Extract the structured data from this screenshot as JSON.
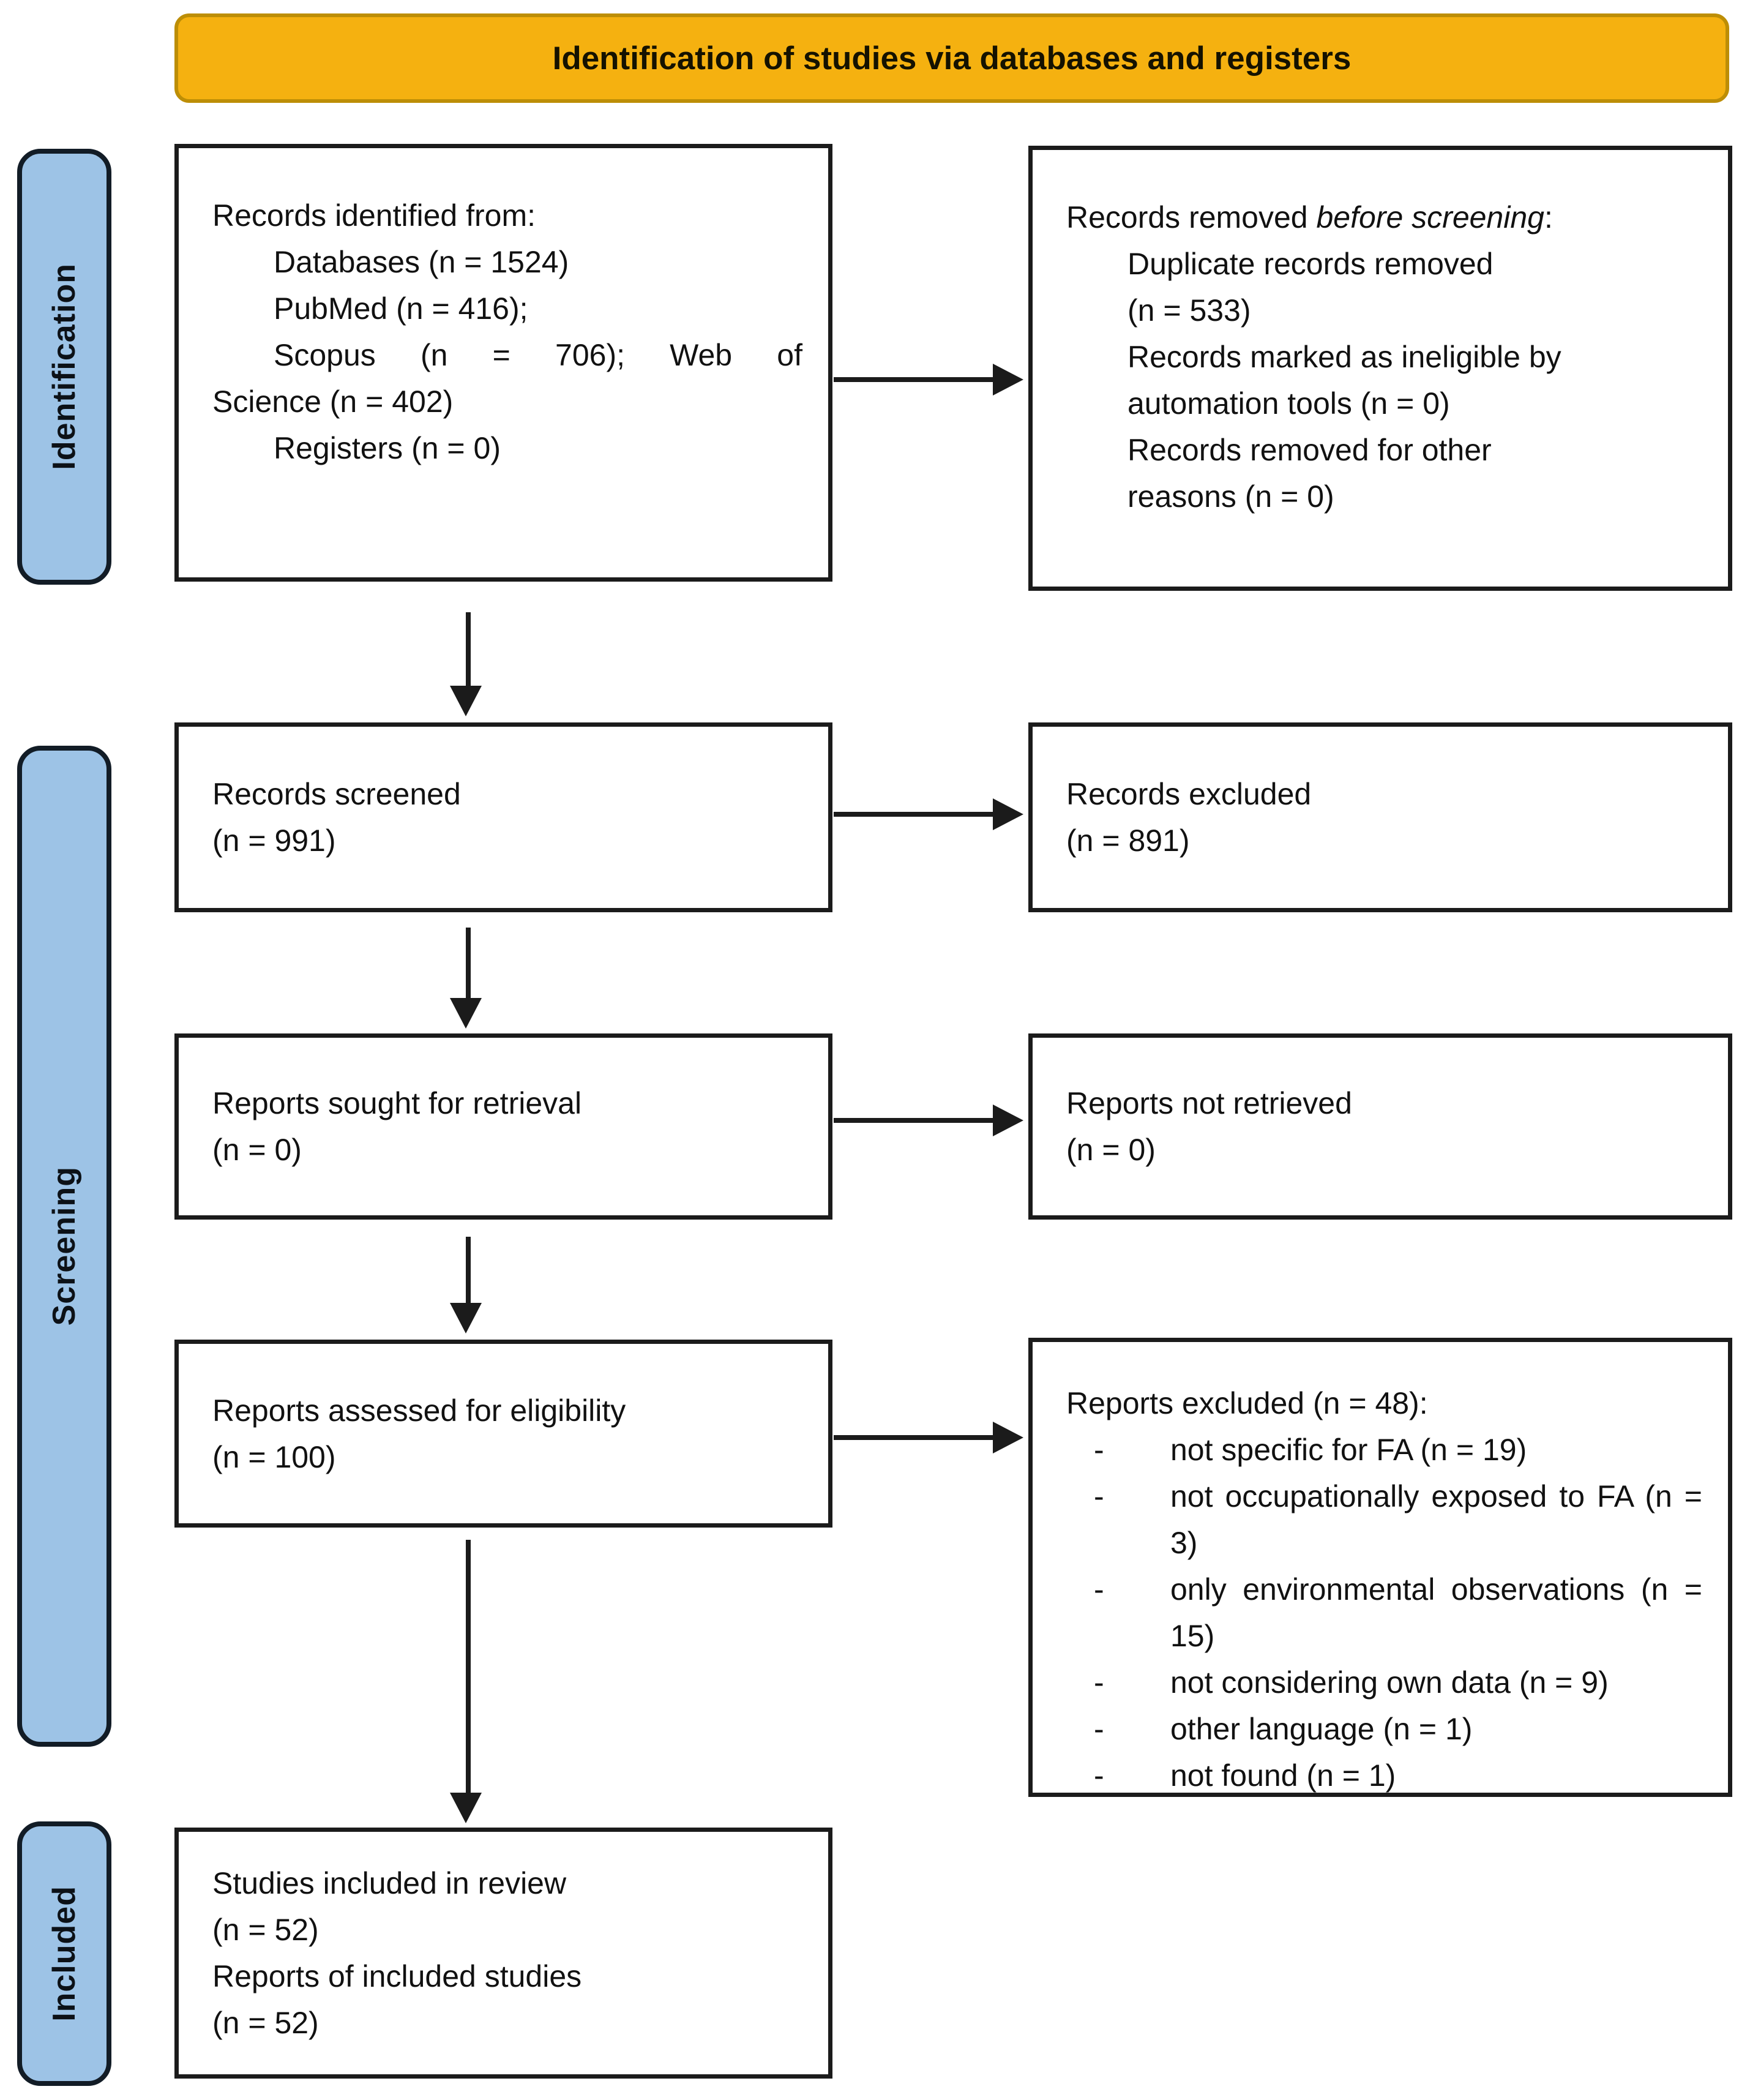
{
  "banner": {
    "title": "Identification of studies via databases and registers"
  },
  "stages": {
    "identification": "Identification",
    "screening": "Screening",
    "included": "Included"
  },
  "boxes": {
    "records_identified": {
      "line1": "Records identified from:",
      "line2": "Databases (n = 1524)",
      "line3": "PubMed (n = 416);",
      "line4": "Scopus (n = 706); Web of",
      "line5": "Science (n = 402)",
      "line6": "Registers (n = 0)"
    },
    "records_removed": {
      "title_prefix": "Records removed ",
      "title_italic": "before screening",
      "title_suffix": ":",
      "line1": "Duplicate records removed",
      "line2": "(n = 533)",
      "line3": "Records marked as ineligible by",
      "line4": "automation tools (n = 0)",
      "line5": "Records removed for other",
      "line6": "reasons (n = 0)"
    },
    "records_screened": {
      "line1": "Records screened",
      "line2": "(n = 991)"
    },
    "records_excluded": {
      "line1": "Records excluded",
      "line2": "(n = 891)"
    },
    "reports_sought": {
      "line1": "Reports sought for retrieval",
      "line2": "(n = 0)"
    },
    "reports_not_retrieved": {
      "line1": "Reports not retrieved",
      "line2": "(n = 0)"
    },
    "reports_assessed": {
      "line1": "Reports assessed for eligibility",
      "line2": "(n = 100)"
    },
    "reports_excluded": {
      "title": "Reports excluded (n = 48):",
      "marker": "-",
      "items": [
        "not specific for FA (n = 19)",
        "not occupationally exposed to FA (n = 3)",
        "only environmental observations (n = 15)",
        "not considering own data (n = 9)",
        "other language (n = 1)",
        "not found (n = 1)"
      ]
    },
    "studies_included": {
      "line1": "Studies included in review",
      "line2": "(n = 52)",
      "line3": "Reports of included studies",
      "line4": "(n = 52)"
    }
  },
  "colors": {
    "banner_bg": "#F5B110",
    "banner_border": "#BD8E06",
    "stage_bg": "#9DC3E6",
    "stage_border": "#121C26",
    "box_border": "#1B1B1B",
    "arrow": "#1B1B1B",
    "text": "#111111"
  }
}
